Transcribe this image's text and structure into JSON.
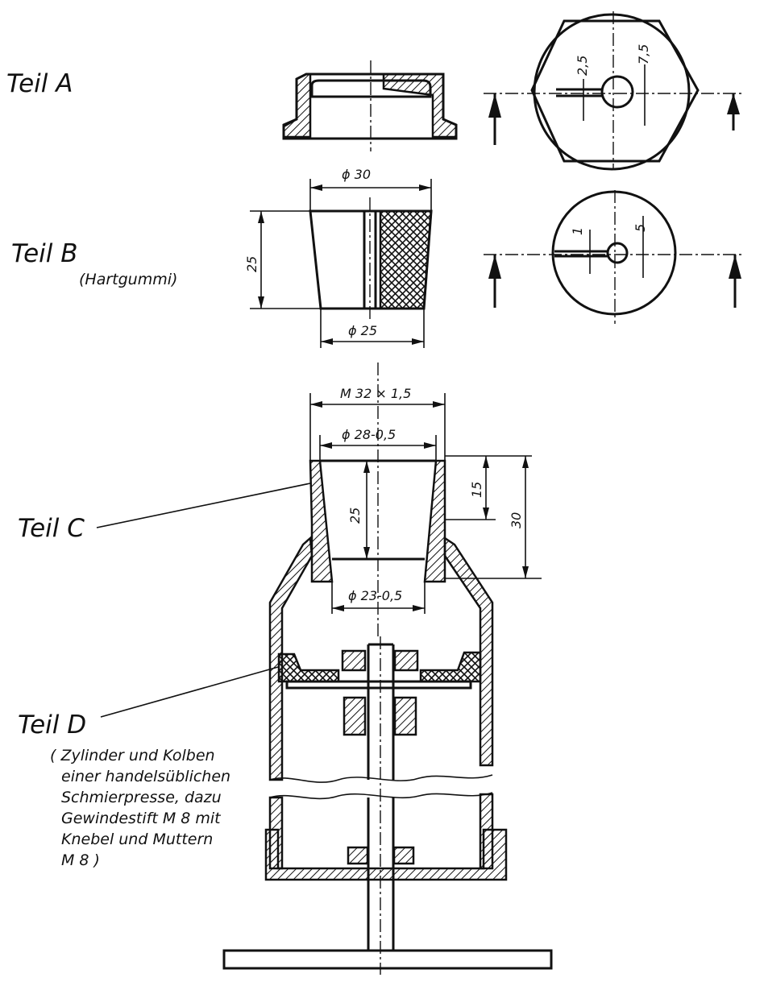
{
  "parts": {
    "a": {
      "label": "Teil A"
    },
    "b": {
      "label": "Teil B",
      "material": "(Hartgummi)"
    },
    "c": {
      "label": "Teil C"
    },
    "d": {
      "label": "Teil D",
      "note_lines": [
        "( Zylinder und Kolben",
        "einer handelsüblichen",
        "Schmierpresse, dazu",
        "Gewindestift M 8 mit",
        "Knebel und Muttern",
        "M 8 )"
      ]
    }
  },
  "dimensions": {
    "a_slot": "2,5",
    "a_offset": "7,5",
    "b_top_dia": "ϕ 30",
    "b_height": "25",
    "b_bottom_dia": "ϕ 25",
    "b_slot": "1",
    "b_offset": "5",
    "c_thread": "M 32 × 1,5",
    "c_top_dia": "ϕ 28-0,5",
    "c_inner_height": "25",
    "c_upper": "15",
    "c_total": "30",
    "c_bottom_dia": "ϕ 23-0,5"
  }
}
